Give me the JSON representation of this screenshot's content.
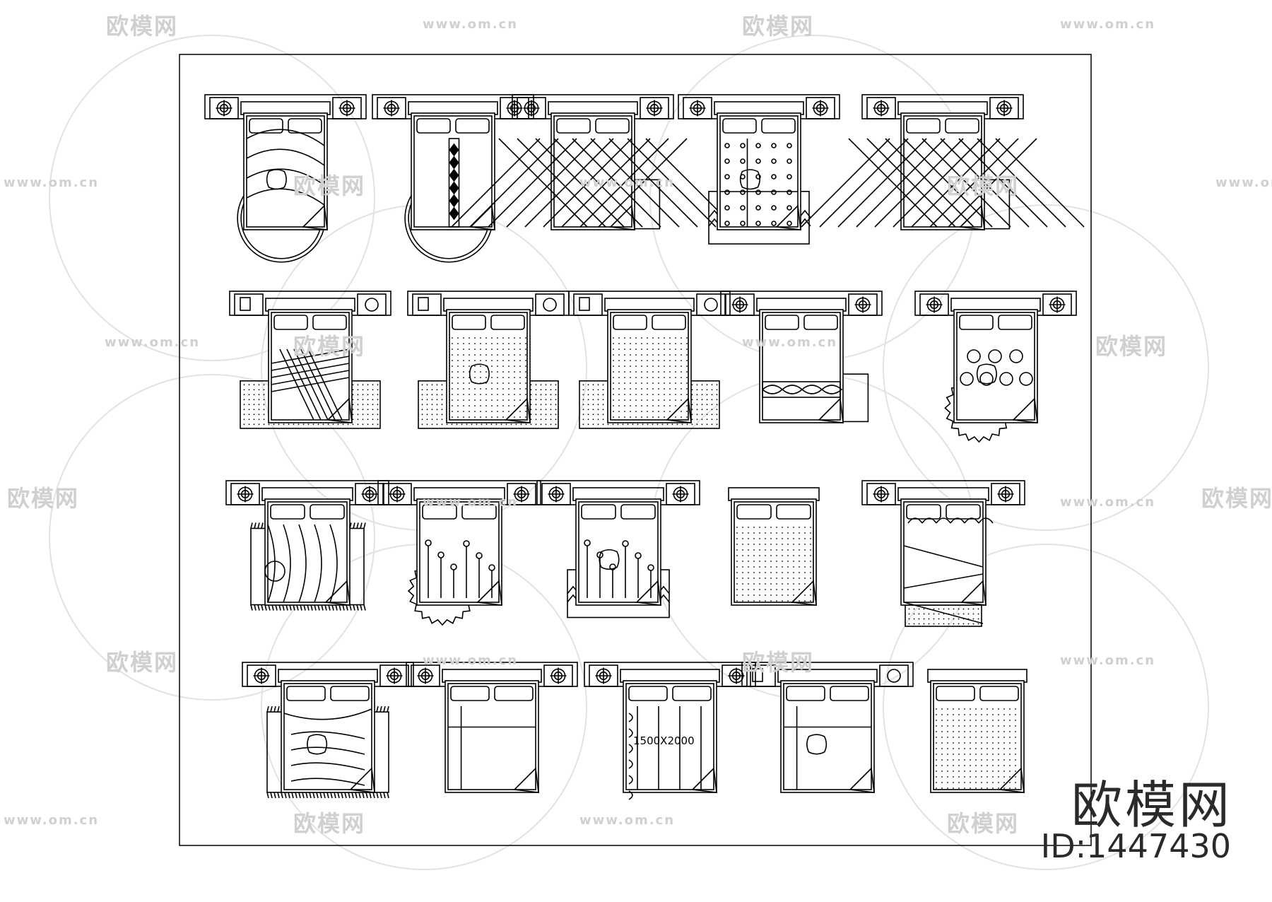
{
  "watermark": {
    "brand_cn": "欧模网",
    "url": "www.om.cn"
  },
  "brand": {
    "logo_text": "欧模网",
    "id_label": "ID:1447430"
  },
  "drawing": {
    "dimension_text": "1500X2000",
    "rows": [
      {
        "count": 5
      },
      {
        "count": 5
      },
      {
        "count": 5
      },
      {
        "count": 5
      }
    ]
  },
  "colors": {
    "line": "#000000",
    "watermark": "#d0d0d0",
    "brand": "#2a2a2a"
  }
}
